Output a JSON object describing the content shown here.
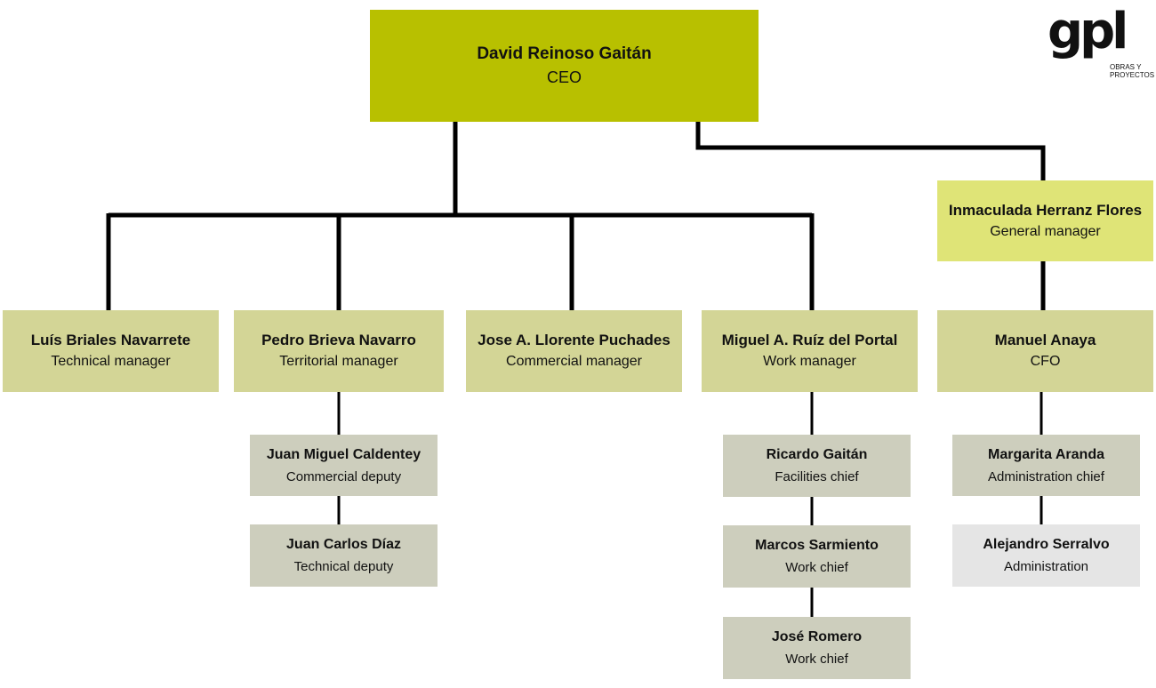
{
  "colors": {
    "ceo": "#b8c000",
    "general_manager": "#dfe477",
    "manager": "#d3d596",
    "staff": "#cdcebd",
    "light_staff": "#e5e5e5",
    "line": "#000000"
  },
  "logo": {
    "mark": "gpl",
    "subtitle": "OBRAS Y\nPROYECTOS"
  },
  "org": {
    "ceo": {
      "name": "David Reinoso Gaitán",
      "role": "CEO"
    },
    "general_manager": {
      "name": "Inmaculada Herranz Flores",
      "role": "General manager"
    },
    "managers": [
      {
        "name": "Luís Briales Navarrete",
        "role": "Technical manager"
      },
      {
        "name": "Pedro Brieva Navarro",
        "role": "Territorial manager"
      },
      {
        "name": "Jose A. Llorente Puchades",
        "role": "Commercial manager"
      },
      {
        "name": "Miguel A. Ruíz del Portal",
        "role": "Work manager"
      },
      {
        "name": "Manuel Anaya",
        "role": "CFO"
      }
    ],
    "territorial_team": [
      {
        "name": "Juan Miguel Caldentey",
        "role": "Commercial deputy"
      },
      {
        "name": "Juan Carlos Díaz",
        "role": "Technical deputy"
      }
    ],
    "work_team": [
      {
        "name": "Ricardo Gaitán",
        "role": "Facilities chief"
      },
      {
        "name": "Marcos Sarmiento",
        "role": "Work chief"
      },
      {
        "name": "José Romero",
        "role": "Work chief"
      }
    ],
    "cfo_team": [
      {
        "name": "Margarita Aranda",
        "role": "Administration chief"
      },
      {
        "name": "Alejandro Serralvo",
        "role": "Administration"
      }
    ]
  }
}
